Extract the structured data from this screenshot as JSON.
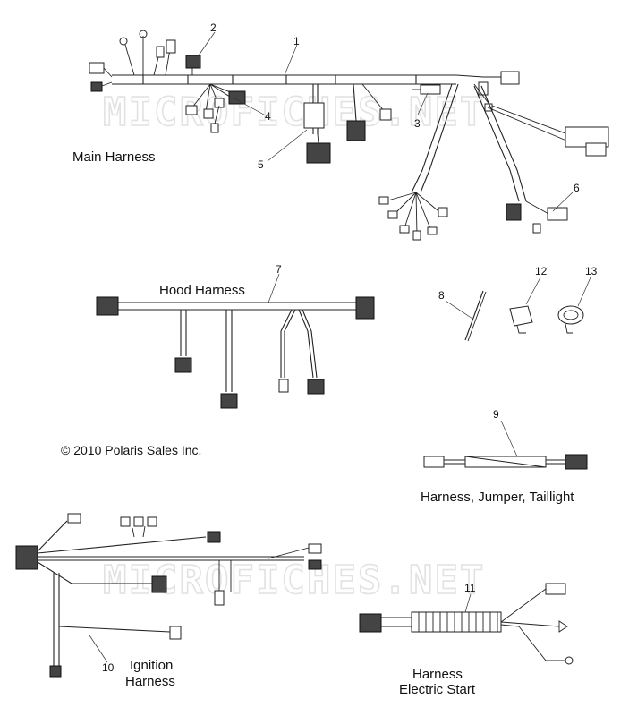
{
  "watermark": {
    "upper": "MICROFICHES.NET",
    "lower": "MICROFICHES.NET"
  },
  "titles": {
    "main": "Main Harness",
    "hood": "Hood Harness",
    "taillight": "Harness, Jumper, Taillight",
    "ignition_1": "Ignition",
    "ignition_2": "Harness",
    "electric_1": "Harness",
    "electric_2": "Electric Start"
  },
  "copyright": "© 2010 Polaris Sales Inc.",
  "callouts": {
    "c1": "1",
    "c2": "2",
    "c3": "3",
    "c4": "4",
    "c5": "5",
    "c6": "6",
    "c7": "7",
    "c8": "8",
    "c9": "9",
    "c10": "10",
    "c11": "11",
    "c12": "12",
    "c13": "13"
  }
}
